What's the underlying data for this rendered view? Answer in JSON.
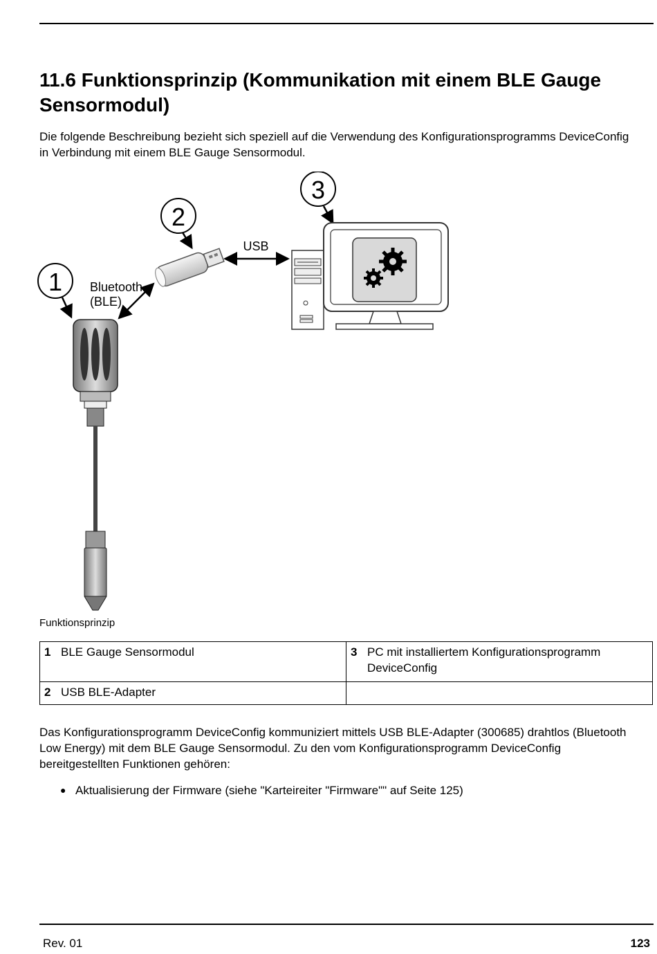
{
  "header": {
    "title": "11.6 Funktionsprinzip (Kommunikation mit einem BLE Gauge Sensormodul)",
    "intro": "Die folgende Beschreibung bezieht sich speziell auf die Verwendung des Konfigurationsprogramms DeviceConfig in Verbindung mit einem BLE Gauge Sensormodul."
  },
  "figure": {
    "callouts": [
      "1",
      "2",
      "3"
    ],
    "label_bluetooth_line1": "Bluetooth",
    "label_bluetooth_line2": "(BLE)",
    "label_usb": "USB",
    "caption": "Funktionsprinzip",
    "icons": [
      "sensor-module-icon",
      "usb-stick-icon",
      "pc-tower-icon",
      "monitor-icon",
      "gears-icon"
    ]
  },
  "legend": {
    "rows": [
      [
        {
          "num": "1",
          "text": "BLE Gauge Sensormodul"
        },
        {
          "num": "3",
          "text": "PC mit installiertem Konfigurationsprogramm DeviceConfig"
        }
      ],
      [
        {
          "num": "2",
          "text": "USB BLE-Adapter"
        },
        {
          "num": "",
          "text": ""
        }
      ]
    ]
  },
  "body": {
    "paragraph": "Das Konfigurationsprogramm DeviceConfig kommuniziert mittels USB BLE-Adapter (300685) drahtlos (Bluetooth Low Energy) mit dem BLE Gauge Sensormodul. Zu den vom Konfigurationsprogramm DeviceConfig bereitgestellten Funktionen gehören:",
    "bullet_symbol": "●",
    "bullets": [
      "Aktualisierung der Firmware (siehe \"Karteireiter \"Firmware\"\" auf Seite 125)"
    ]
  },
  "footer": {
    "revision": "Rev. 01",
    "page": "123"
  }
}
